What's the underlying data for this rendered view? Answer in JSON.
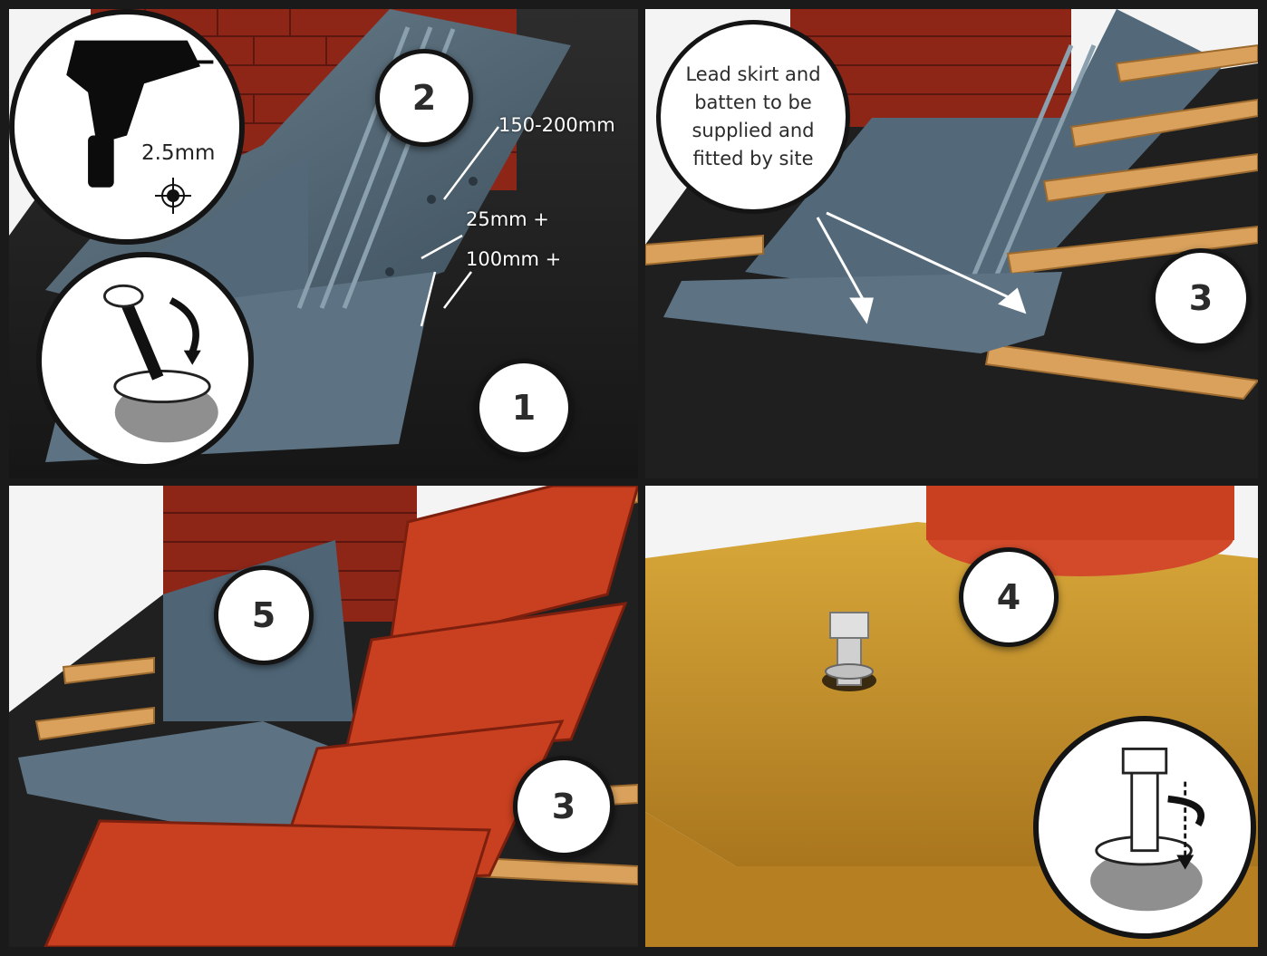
{
  "panel_top_left": {
    "step_2": "2",
    "step_1": "1",
    "drill_size": "2.5mm",
    "spacing_label": "150-200mm",
    "offset_label_1": "25mm +",
    "offset_label_2": "100mm +"
  },
  "panel_top_right": {
    "note": "Lead skirt and\nbatten to be\nsupplied and\nfitted by site",
    "step_3": "3"
  },
  "panel_bottom_left": {
    "step_5": "5",
    "step_3": "3"
  },
  "panel_bottom_right": {
    "step_4": "4"
  },
  "colors": {
    "brick": "#9b2a1c",
    "flashing": "#4e6170",
    "membrane": "#232323",
    "batten": "#d9a15c",
    "tile": "#c8401f",
    "base": "#c9962a"
  }
}
